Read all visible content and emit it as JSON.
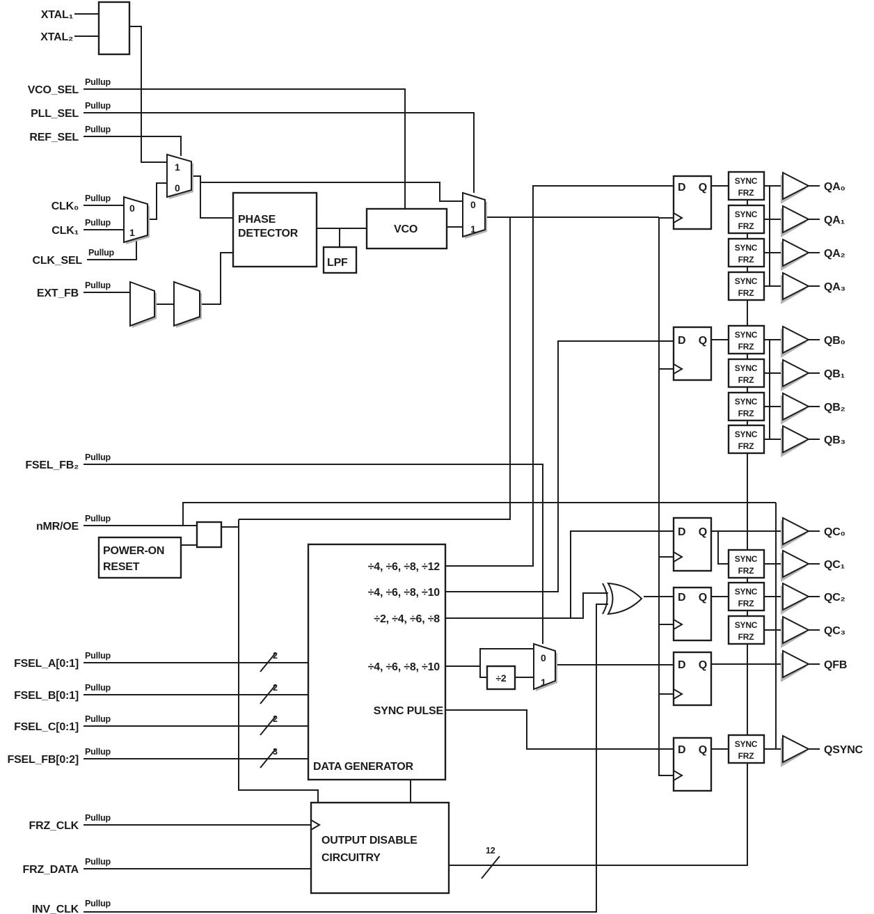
{
  "diagram": {
    "pullup_label": "Pullup",
    "inputs": {
      "xtal1": "XTAL₁",
      "xtal2": "XTAL₂",
      "vco_sel": "VCO_SEL",
      "pll_sel": "PLL_SEL",
      "ref_sel": "REF_SEL",
      "clk0": "CLK₀",
      "clk1": "CLK₁",
      "clk_sel": "CLK_SEL",
      "ext_fb": "EXT_FB",
      "fsel_fb2": "FSEL_FB₂",
      "nmr_oe": "nMR/OE",
      "fsel_a": "FSEL_A[0:1]",
      "fsel_b": "FSEL_B[0:1]",
      "fsel_c": "FSEL_C[0:1]",
      "fsel_fb": "FSEL_FB[0:2]",
      "frz_clk": "FRZ_CLK",
      "frz_data": "FRZ_DATA",
      "inv_clk": "INV_CLK"
    },
    "blocks": {
      "phase_detector_line1": "PHASE",
      "phase_detector_line2": "DETECTOR",
      "lpf": "LPF",
      "vco": "VCO",
      "por_line1": "POWER-ON",
      "por_line2": "RESET",
      "data_generator": "DATA GENERATOR",
      "sync_pulse": "SYNC PULSE",
      "output_disable_line1": "OUTPUT DISABLE",
      "output_disable_line2": "CIRCUITRY",
      "sync": "SYNC",
      "frz": "FRZ",
      "div2": "÷2"
    },
    "divider_rows": [
      "÷4, ÷6, ÷8, ÷12",
      "÷4, ÷6, ÷8, ÷10",
      "÷2, ÷4, ÷6, ÷8",
      "÷4, ÷6, ÷8, ÷10"
    ],
    "mux_labels": {
      "zero": "0",
      "one": "1"
    },
    "ff_labels": {
      "d": "D",
      "q": "Q"
    },
    "bus_widths": {
      "fsel_a": "2",
      "fsel_b": "2",
      "fsel_c": "2",
      "fsel_fb": "3",
      "enable": "12"
    },
    "outputs": {
      "qa0": "QA₀",
      "qa1": "QA₁",
      "qa2": "QA₂",
      "qa3": "QA₃",
      "qb0": "QB₀",
      "qb1": "QB₁",
      "qb2": "QB₂",
      "qb3": "QB₃",
      "qc0": "QC₀",
      "qc1": "QC₁",
      "qc2": "QC₂",
      "qc3": "QC₃",
      "qfb": "QFB",
      "qsync": "QSYNC"
    }
  }
}
